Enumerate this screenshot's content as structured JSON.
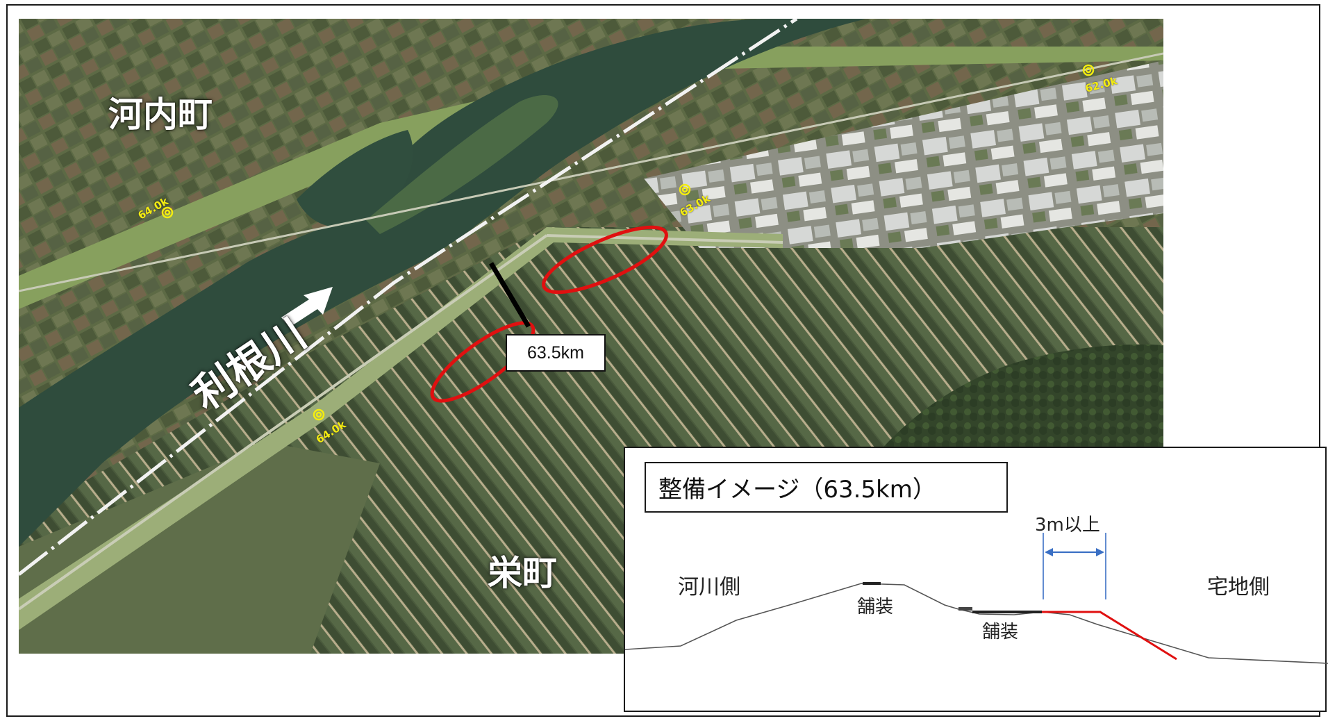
{
  "map": {
    "town_north": "河内町",
    "town_south": "栄町",
    "river_name": "利根川",
    "km_markers": [
      "64.0k",
      "63.0k",
      "62.0k",
      "64.0k"
    ],
    "section_marker_label": "63.5km",
    "highlight_color": "#e01010"
  },
  "cross_section": {
    "title": "整備イメージ（63.5km）",
    "river_side": "河川側",
    "residential_side": "宅地側",
    "paving_top": "舗装",
    "paving_lower": "舗装",
    "width_label": "3m以上",
    "colors": {
      "existing_embankment": "#555555",
      "planned_widening": "#e01010",
      "width_arrow": "#3a6fc4"
    }
  }
}
